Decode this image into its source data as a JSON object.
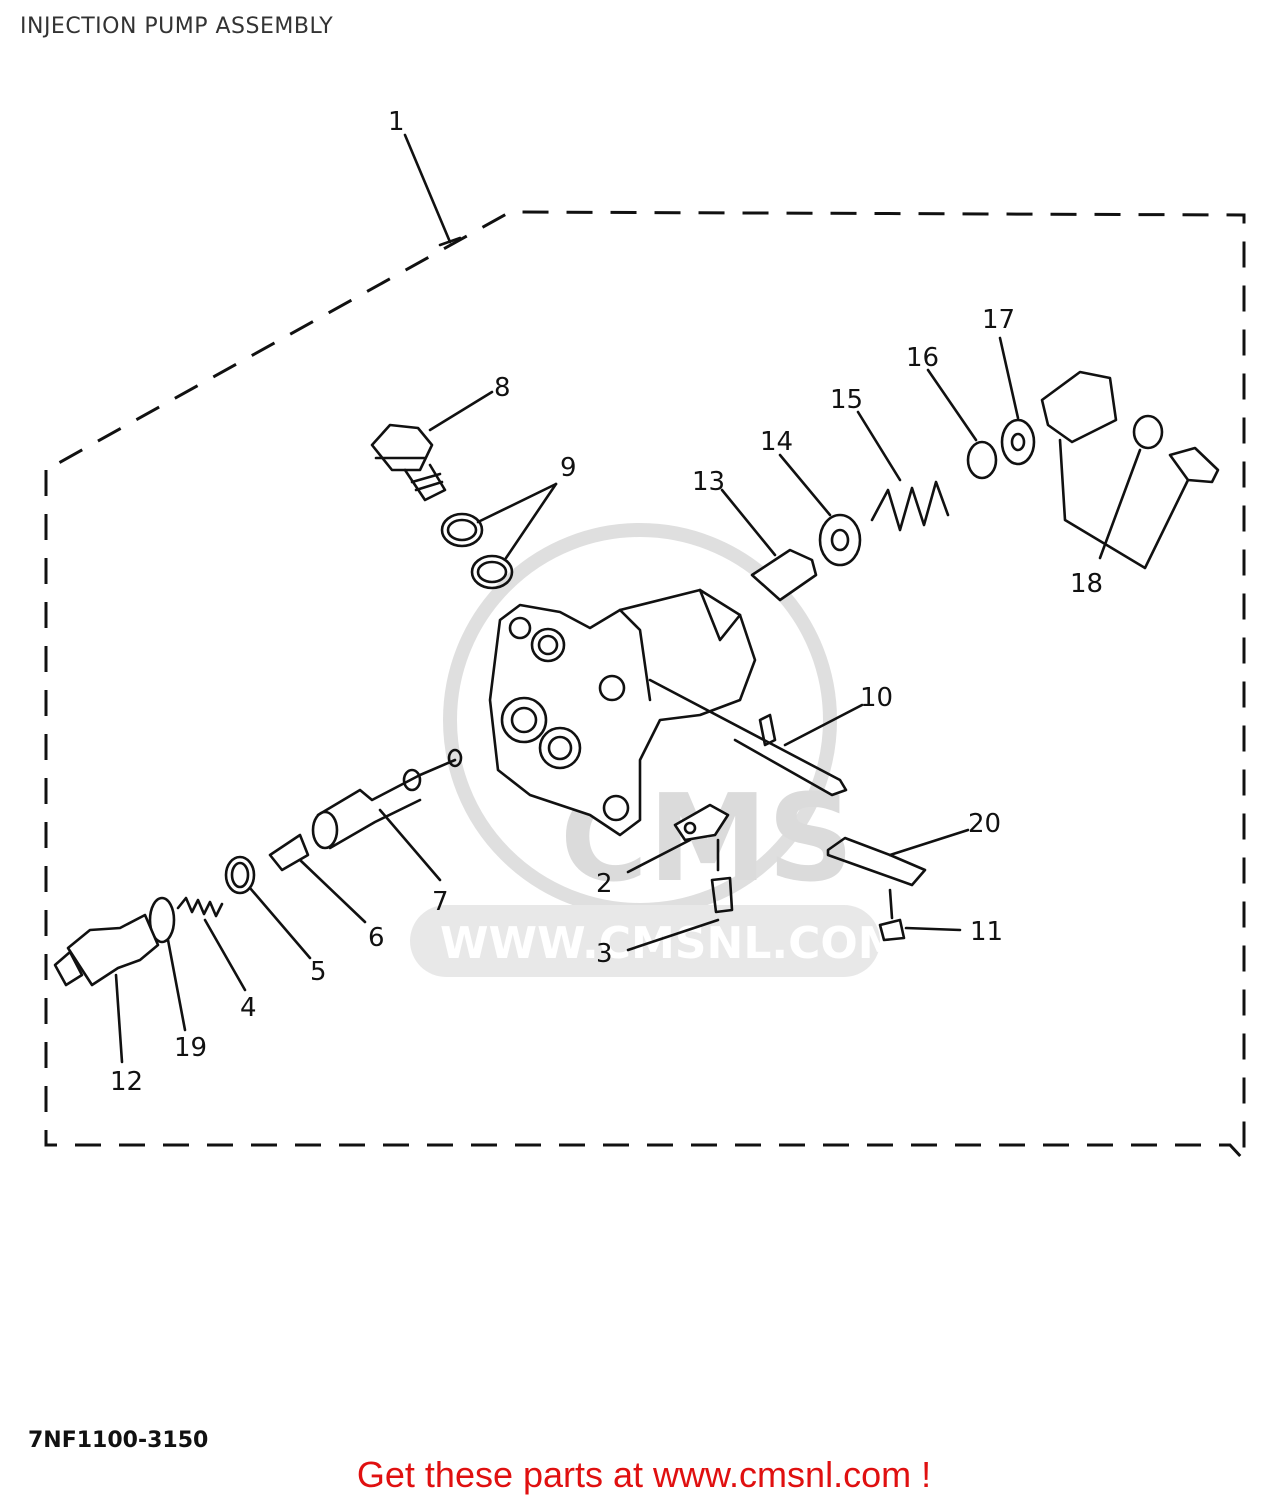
{
  "title": "INJECTION PUMP ASSEMBLY",
  "diagram_code": "7NF1100-3150",
  "footer_text": "Get these parts at www.cmsnl.com !",
  "watermark": {
    "logo_text": "CMS",
    "url": "WWW.CMSNL.COM"
  },
  "colors": {
    "line": "#111111",
    "footer": "#e01010",
    "watermark": "#d8d8d8"
  },
  "callouts": [
    {
      "id": "c1",
      "text": "1"
    },
    {
      "id": "c2",
      "text": "2"
    },
    {
      "id": "c3",
      "text": "3"
    },
    {
      "id": "c4",
      "text": "4"
    },
    {
      "id": "c5",
      "text": "5"
    },
    {
      "id": "c6",
      "text": "6"
    },
    {
      "id": "c7",
      "text": "7"
    },
    {
      "id": "c8",
      "text": "8"
    },
    {
      "id": "c9",
      "text": "9"
    },
    {
      "id": "c10",
      "text": "10"
    },
    {
      "id": "c11",
      "text": "11"
    },
    {
      "id": "c12",
      "text": "12"
    },
    {
      "id": "c13",
      "text": "13"
    },
    {
      "id": "c14",
      "text": "14"
    },
    {
      "id": "c15",
      "text": "15"
    },
    {
      "id": "c16",
      "text": "16"
    },
    {
      "id": "c17",
      "text": "17"
    },
    {
      "id": "c18",
      "text": "18"
    },
    {
      "id": "c19",
      "text": "19"
    },
    {
      "id": "c20",
      "text": "20"
    }
  ]
}
